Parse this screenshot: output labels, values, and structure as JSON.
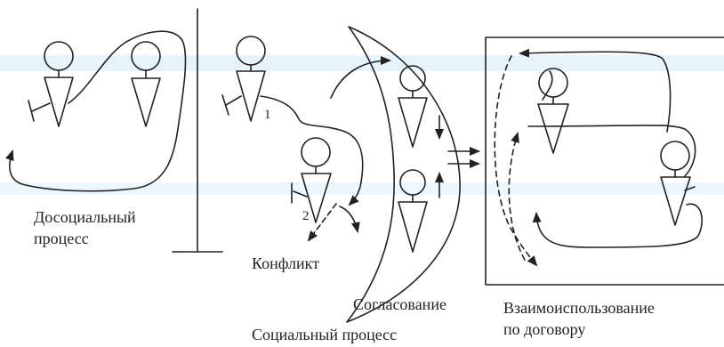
{
  "labels": {
    "presocial_line1": "Досоциальный",
    "presocial_line2": "процесс",
    "conflict": "Конфликт",
    "agreement": "Согласование",
    "mutual_line1": "Взаимоиспользование",
    "mutual_line2": "по договору",
    "social_process": "Социальный процесс",
    "person_1": "1",
    "person_2": "2"
  },
  "colors": {
    "ink": "#222222",
    "watermark": "#e6f3fa"
  }
}
